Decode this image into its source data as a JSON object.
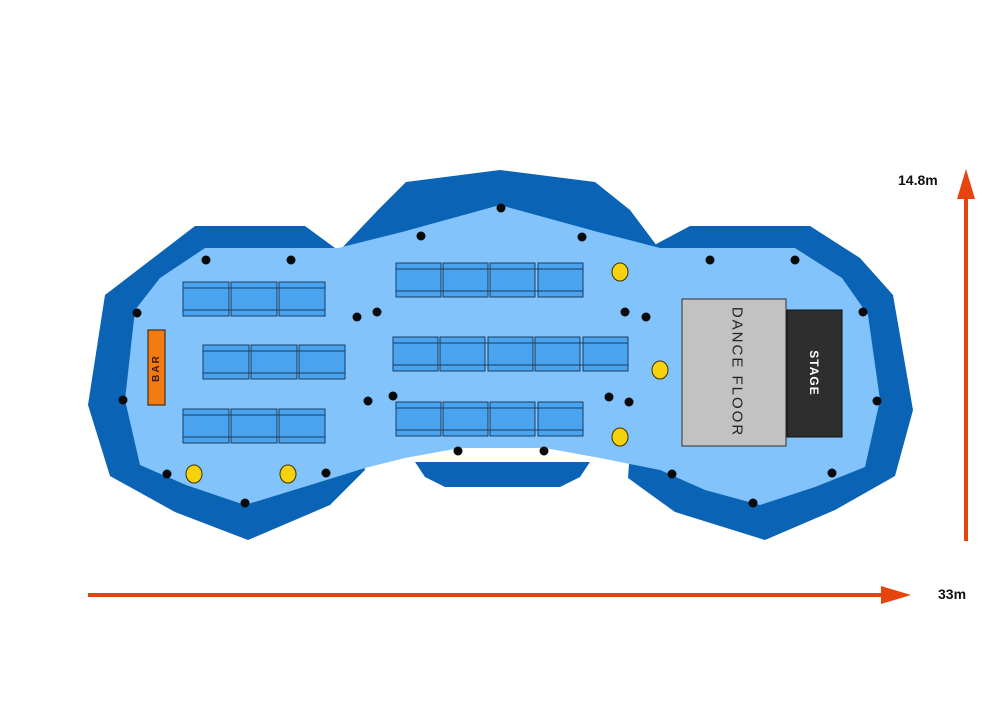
{
  "labels": {
    "bar": "BAR",
    "dance_floor": "DANCE FLOOR",
    "stage": "STAGE"
  },
  "dimensions": {
    "height": "14.8m",
    "width": "33m"
  },
  "colors": {
    "outer_wall": "#0a63b4",
    "floor": "#82c3fb",
    "table": "#4aa3ee",
    "table_stroke": "#1b3d63",
    "bar": "#f47b12",
    "dance_floor": "#c2c2c2",
    "stage": "#2e2e2e",
    "column_dot": "#0a0a0a",
    "light": "#f6d20c",
    "arrow": "#e5450c"
  }
}
